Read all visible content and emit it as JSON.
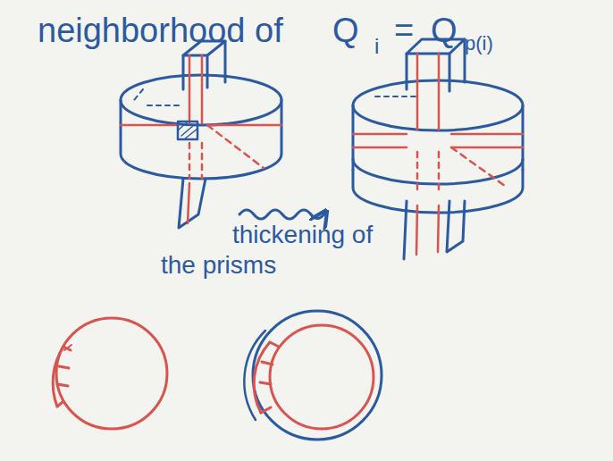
{
  "diagram": {
    "title": "neighborhood of",
    "labels": [
      "Q",
      "i",
      "=",
      "Q",
      "p(i)",
      "thickening of the prisms"
    ]
  }
}
